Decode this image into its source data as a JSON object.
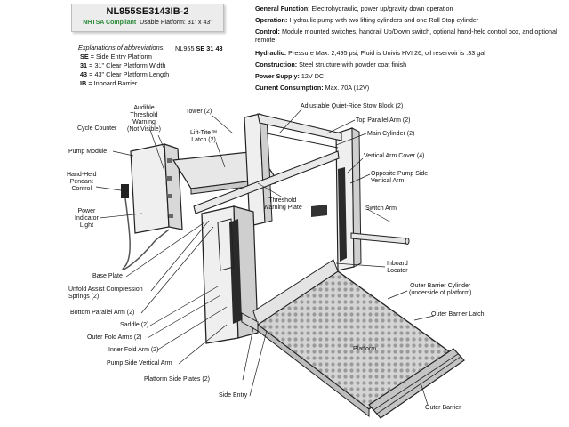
{
  "header": {
    "title": "NL955SE3143IB-2",
    "compliance": "NHTSA Compliant",
    "platform": "Usable Platform: 31\" x 43\""
  },
  "abbreviations": {
    "heading": "Explanations of abbreviations:",
    "model_code": "NL955",
    "code_parts": "SE 31 43",
    "items": [
      {
        "code": "SE",
        "text": " = Side Entry Platform"
      },
      {
        "code": "31",
        "text": " = 31\" Clear Platform Width"
      },
      {
        "code": "43",
        "text": " = 43\" Clear Platform Length"
      },
      {
        "code": "IB",
        "text": " = Inboard Barrier"
      }
    ]
  },
  "specs": [
    {
      "label": "General Function:",
      "text": " Electrohydraulic, power up/gravity down operation"
    },
    {
      "label": "Operation:",
      "text": " Hydraulic pump with two lifting cylinders and one Roll Stop cylinder"
    },
    {
      "label": "Control:",
      "text": " Module mounted switches, handrail Up/Down switch, optional hand-held control box, and optional remote"
    },
    {
      "label": "Hydraulic:",
      "text": " Pressure Max. 2,495 psi, Fluid is Univis HVI 26, oil reservoir is .33 gal"
    },
    {
      "label": "Construction:",
      "text": " Steel structure with powder coat finish"
    },
    {
      "label": "Power Supply:",
      "text": " 12V DC"
    },
    {
      "label": "Current Consumption:",
      "text": " Max. 70A (12V)"
    }
  ],
  "labels": {
    "audible": "Audible\nThreshold\nWarning\n(Not Visible)",
    "tower": "Tower (2)",
    "quiet_ride": "Adjustable Quiet-Ride Stow Block (2)",
    "top_parallel": "Top Parallel Arm (2)",
    "main_cylinder": "Main Cylinder (2)",
    "cycle_counter": "Cycle Counter",
    "lift_tite": "Lift-Tite™\nLatch (2)",
    "vertical_cover": "Vertical Arm Cover (4)",
    "pump_module": "Pump Module",
    "opposite": "Opposite Pump Side\nVertical Arm",
    "hand_held": "Hand-Held\nPendant\nControl",
    "threshold_plate": "Threshold\nWarning Plate",
    "switch_arm": "Switch Arm",
    "power_light": "Power\nIndicator\nLight",
    "inboard_locator": "Inboard\nLocator",
    "base_plate": "Base Plate",
    "outer_barrier_cyl": "Outer Barrier Cylinder\n(underside of platform)",
    "unfold": "Unfold Assist Compression\nSprings (2)",
    "bottom_parallel": "Bottom Parallel Arm (2)",
    "outer_latch": "Outer Barrier Latch",
    "saddle": "Saddle (2)",
    "outer_fold": "Outer Fold Arms (2)",
    "inner_fold": "Inner Fold Arm (2)",
    "platform": "Platform",
    "pump_side": "Pump Side Vertical Arm",
    "side_plates": "Platform Side Plates (2)",
    "side_entry": "Side Entry",
    "outer_barrier": "Outer Barrier"
  }
}
